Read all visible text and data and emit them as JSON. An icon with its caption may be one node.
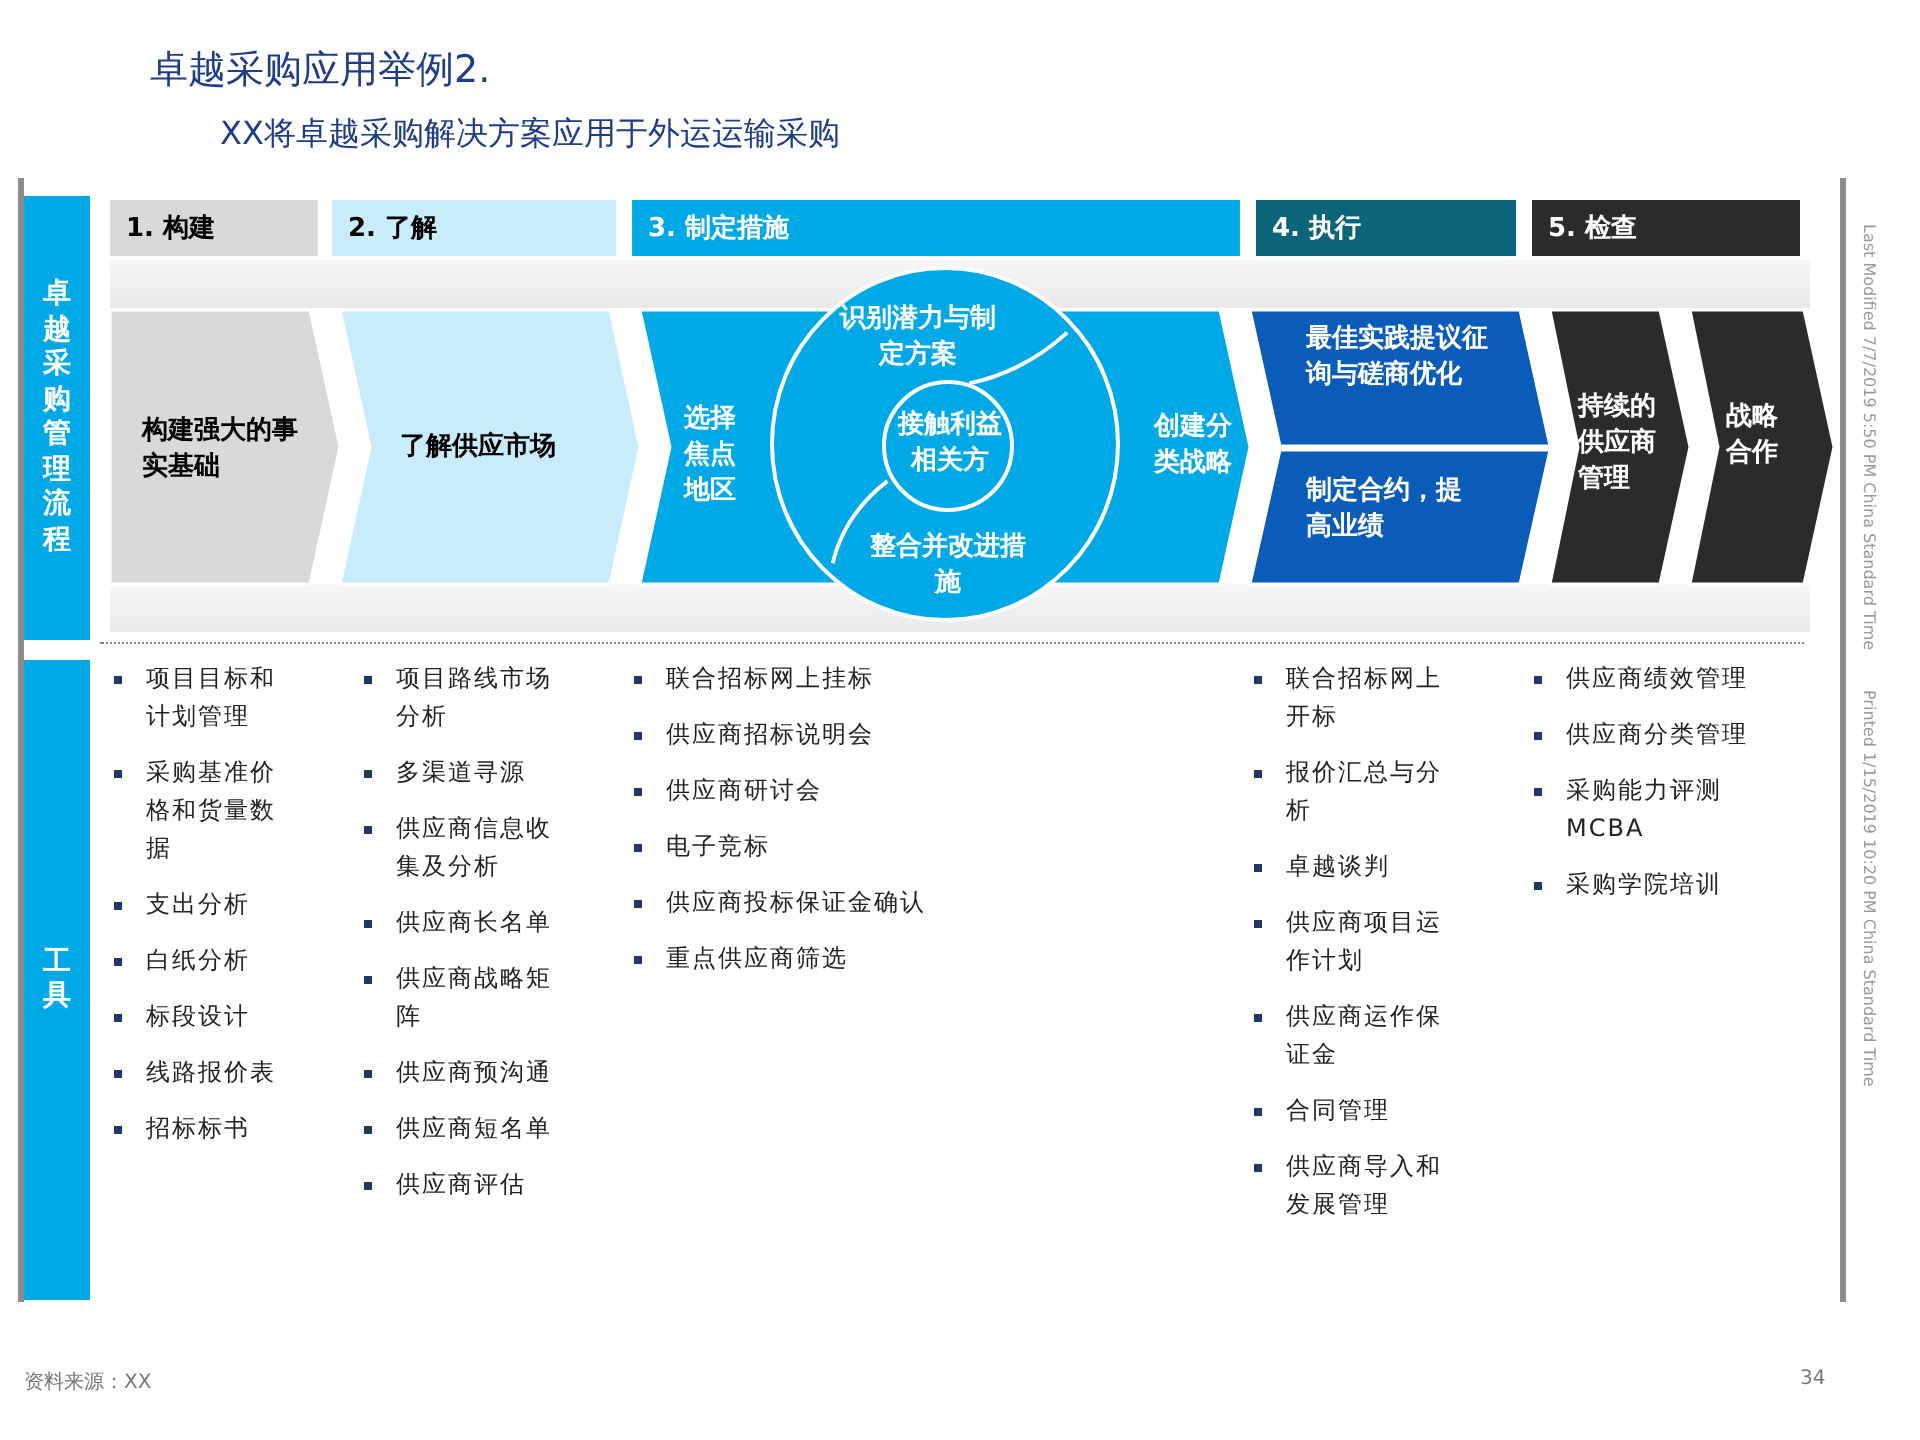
{
  "diagram": {
    "title": "卓越采购应用举例2.",
    "nodes": [
      {
        "text": [
          "卓越采购管理流程"
        ]
      },
      {
        "text": [
          "1. 构建"
        ]
      },
      {
        "text": [
          "2. 了解"
        ]
      },
      {
        "text": [
          "3. 制定措施"
        ]
      },
      {
        "text": [
          "4. 执行"
        ]
      },
      {
        "text": [
          "5. 检查"
        ]
      },
      {
        "text": [
          "构建强大的事实基础"
        ]
      },
      {
        "text": [
          "了解供应市场"
        ]
      },
      {
        "text": [
          "选择焦点地区",
          "创建分类战略"
        ]
      },
      {
        "text": [
          "识别潜力与制定方案",
          "整合并改进措施"
        ]
      },
      {
        "text": [
          "接触利益相关方"
        ]
      },
      {
        "text": [
          "最佳实践提议征询与磋商优化"
        ]
      },
      {
        "text": [
          "制定合约，提高业绩"
        ]
      },
      {
        "text": [
          "持续的供应商管理"
        ]
      },
      {
        "text": [
          "战略合作"
        ]
      },
      {
        "text": [
          "工具"
        ]
      }
    ],
    "labels": [
      "XX将卓越采购解决方案应用于外运运输采购",
      "项目目标和计划管理",
      "采购基准价格和货量数据",
      "支出分析",
      "白纸分析",
      "标段设计",
      "线路报价表",
      "招标标书",
      "项目路线市场分析",
      "多渠道寻源",
      "供应商信息收集及分析",
      "供应商长名单",
      "供应商战略矩阵",
      "供应商预沟通",
      "供应商短名单",
      "供应商评估",
      "联合招标网上挂标",
      "供应商招标说明会",
      "供应商研讨会",
      "电子竞标",
      "供应商投标保证金确认",
      "重点供应商筛选",
      "联合招标网上开标",
      "报价汇总与分析",
      "卓越谈判",
      "供应商项目运作计划",
      "供应商运作保证金",
      "合同管理",
      "供应商导入和发展管理",
      "供应商绩效管理",
      "供应商分类管理",
      "采购能力评测MCBA",
      "采购学院培训",
      "Last Modified 7/7/2019 5:50 PM China Standard Time",
      "Printed 1/15/2019 10:20 PM China Standard Time",
      "资料来源：XX",
      "34"
    ]
  }
}
